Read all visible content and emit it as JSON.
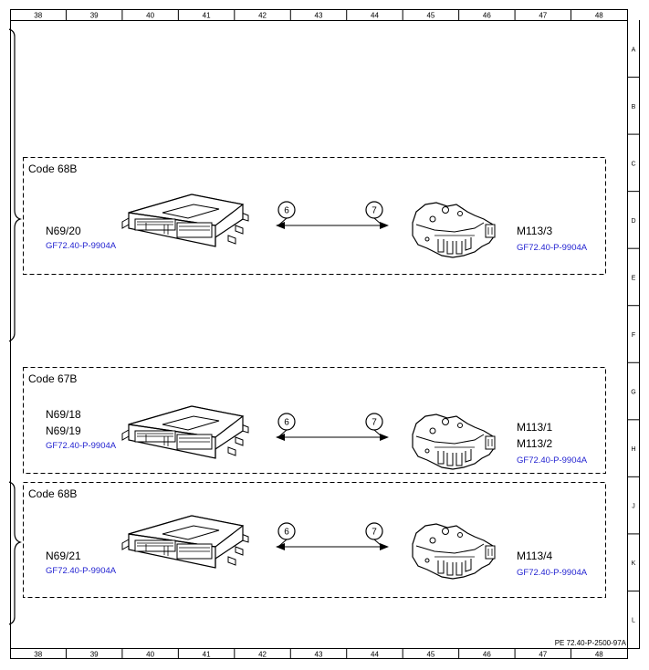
{
  "grid": {
    "columns": [
      "38",
      "39",
      "40",
      "41",
      "42",
      "43",
      "44",
      "45",
      "46",
      "47",
      "48"
    ],
    "rows": [
      "A",
      "B",
      "C",
      "D",
      "E",
      "F",
      "G",
      "H",
      "J",
      "K",
      "L"
    ]
  },
  "document_id": "PE 72.40-P-2500-97A",
  "colors": {
    "reference_link": "#1f1fd0",
    "lines": "#000000"
  },
  "panels": [
    {
      "code": "Code 68B",
      "control_units": [
        "N69/20"
      ],
      "control_ref": "GF72.40-P-9904A",
      "actuators": [
        "M113/3"
      ],
      "actuator_ref": "GF72.40-P-9904A",
      "connector_left": "6",
      "connector_right": "7"
    },
    {
      "code": "Code 67B",
      "control_units": [
        "N69/18",
        "N69/19"
      ],
      "control_ref": "GF72.40-P-9904A",
      "actuators": [
        "M113/1",
        "M113/2"
      ],
      "actuator_ref": "GF72.40-P-9904A",
      "connector_left": "6",
      "connector_right": "7"
    },
    {
      "code": "Code 68B",
      "control_units": [
        "N69/21"
      ],
      "control_ref": "GF72.40-P-9904A",
      "actuators": [
        "M113/4"
      ],
      "actuator_ref": "GF72.40-P-9904A",
      "connector_left": "6",
      "connector_right": "7"
    }
  ]
}
